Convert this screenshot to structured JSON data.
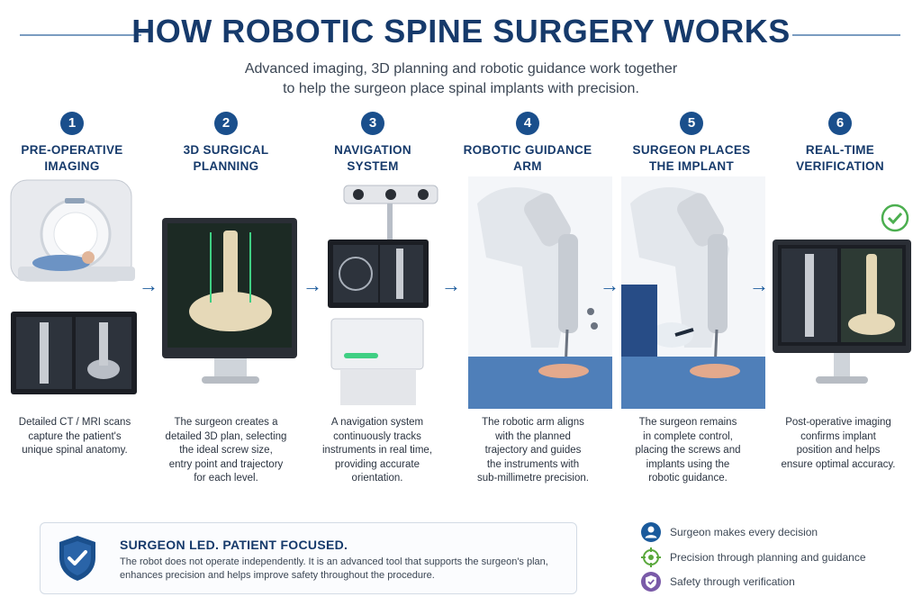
{
  "header": {
    "title": "HOW ROBOTIC SPINE SURGERY WORKS",
    "subtitle_line1": "Advanced imaging, 3D planning and robotic guidance work together",
    "subtitle_line2": "to help the surgeon place spinal implants with precision."
  },
  "steps": [
    {
      "number": "1",
      "title_line1": "PRE-OPERATIVE",
      "title_line2": "IMAGING",
      "desc": [
        "Detailed CT / MRI scans",
        "capture the patient's",
        "unique spinal anatomy."
      ]
    },
    {
      "number": "2",
      "title_line1": "3D SURGICAL",
      "title_line2": "PLANNING",
      "desc": [
        "The surgeon creates a",
        "detailed 3D plan, selecting",
        "the ideal screw size,",
        "entry point and trajectory",
        "for each level."
      ]
    },
    {
      "number": "3",
      "title_line1": "NAVIGATION",
      "title_line2": "SYSTEM",
      "desc": [
        "A navigation system",
        "continuously tracks",
        "instruments in real time,",
        "providing accurate",
        "orientation."
      ]
    },
    {
      "number": "4",
      "title_line1": "ROBOTIC GUIDANCE",
      "title_line2": "ARM",
      "desc": [
        "The robotic arm aligns",
        "with the planned",
        "trajectory and guides",
        "the instruments with",
        "sub-millimetre precision."
      ]
    },
    {
      "number": "5",
      "title_line1": "SURGEON PLACES",
      "title_line2": "THE IMPLANT",
      "desc": [
        "The surgeon remains",
        "in complete control,",
        "placing the screws and",
        "implants using the",
        "robotic guidance."
      ]
    },
    {
      "number": "6",
      "title_line1": "REAL-TIME",
      "title_line2": "VERIFICATION",
      "desc": [
        "Post-operative imaging",
        "confirms implant",
        "position and helps",
        "ensure optimal accuracy."
      ]
    }
  ],
  "arrows": [
    "→",
    "→",
    "→",
    "→",
    "→"
  ],
  "callout": {
    "title": "SURGEON LED. PATIENT FOCUSED.",
    "text_line1": "The robot does not operate independently. It is an advanced tool that supports the surgeon's plan,",
    "text_line2": "enhances precision and helps improve safety throughout the procedure.",
    "icon": "shield-check-icon"
  },
  "legend": [
    {
      "icon": "person-icon",
      "label": "Surgeon makes every decision",
      "color": "#1a5a9c"
    },
    {
      "icon": "crosshair-icon",
      "label": "Precision through planning and guidance",
      "color": "#5aa83c"
    },
    {
      "icon": "shield-icon",
      "label": "Safety through verification",
      "color": "#7a5aa8"
    }
  ],
  "colors": {
    "primary": "#163a6b",
    "accent": "#1a5a9c",
    "check": "#4caf50"
  }
}
